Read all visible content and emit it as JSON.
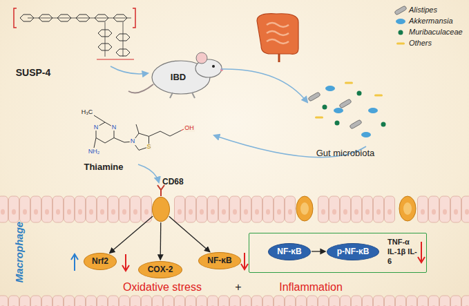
{
  "diagram": {
    "nodes": [
      {
        "text": [
          "CD68"
        ]
      },
      {
        "text": [
          "Nrf2"
        ]
      },
      {
        "text": [
          "COX-2"
        ]
      },
      {
        "text": [
          "NF-κB"
        ]
      },
      {
        "text": [
          "TNF-α IL-1β IL-6"
        ]
      },
      {
        "text": [
          "NF-κB"
        ],
        "in": 4
      },
      {
        "text": [
          "p-NF-κB"
        ],
        "in": 4
      }
    ],
    "edges": [
      {
        "from": 0,
        "to": 1,
        "arrow": "to"
      },
      {
        "from": 0,
        "to": 2,
        "arrow": "to"
      },
      {
        "from": 0,
        "to": 3,
        "arrow": "to"
      },
      {
        "from": 5,
        "to": 6,
        "arrow": "to"
      }
    ],
    "labels": [
      "SUSP-4",
      "IBD",
      "Gut microbiota",
      "H₃C",
      "N",
      "N",
      "NH₂",
      "N",
      "S",
      "OH",
      "Thiamine",
      "Macrophage",
      "Oxidative stress",
      "+",
      "Inflammation"
    ],
    "legend": [
      {
        "text": "Alistipes"
      },
      {
        "text": "Akkermansia"
      },
      {
        "text": "Muribaculaceae"
      },
      {
        "text": "Others"
      }
    ]
  }
}
